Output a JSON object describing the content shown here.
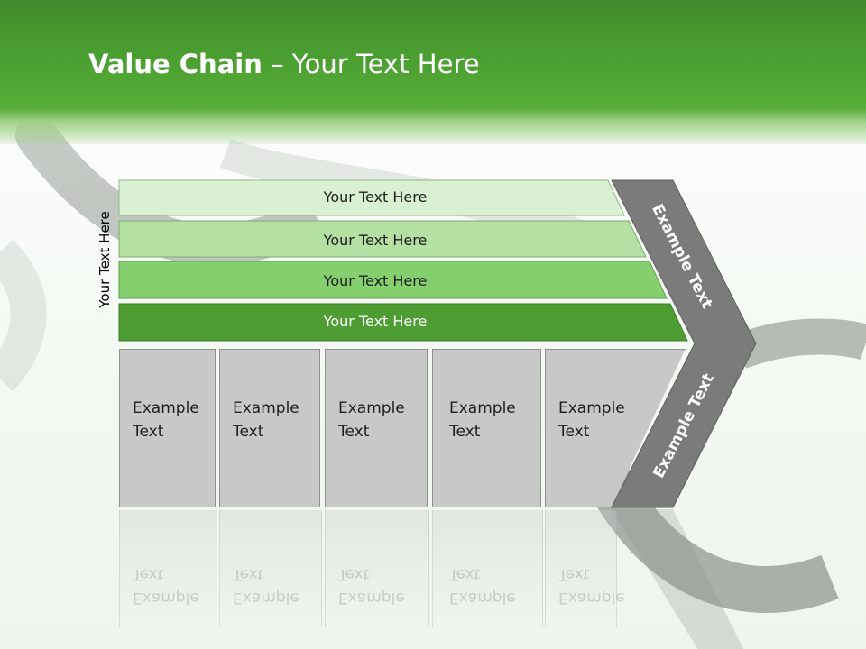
{
  "title": {
    "bold": "Value Chain",
    "rest": " – Your Text Here"
  },
  "side_label": "Your Text Here",
  "bars": [
    {
      "label": "Your Text Here",
      "color": "#d9f0d2"
    },
    {
      "label": "Your Text Here",
      "color": "#b4e0a3"
    },
    {
      "label": "Your Text Here",
      "color": "#86cf6e"
    },
    {
      "label": "Your Text Here",
      "color": "#4d9d32"
    }
  ],
  "boxes": [
    {
      "line1": "Example",
      "line2": "Text"
    },
    {
      "line1": "Example",
      "line2": "Text"
    },
    {
      "line1": "Example",
      "line2": "Text"
    },
    {
      "line1": "Example",
      "line2": "Text"
    },
    {
      "line1": "Example",
      "line2": "Text"
    }
  ],
  "arrow_top_label": "Example Text",
  "arrow_bottom_label": "Example Text",
  "colors": {
    "header": "#4a9e30",
    "arrow": "#7b7b7b",
    "box": "#c8c8c8"
  }
}
